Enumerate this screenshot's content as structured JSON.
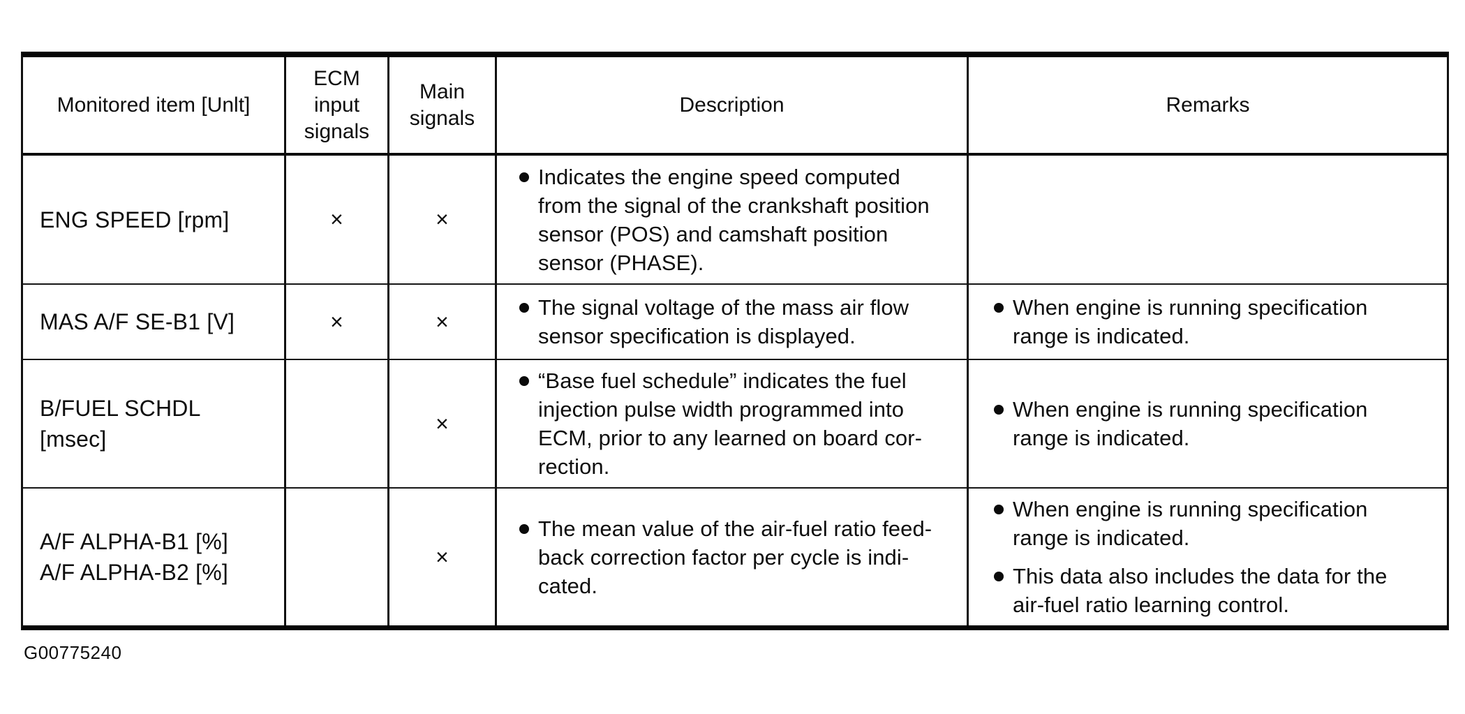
{
  "page": {
    "figure_id": "G00775240"
  },
  "header": {
    "monitored_item": "Monitored item [Unlt]",
    "ecm_lines": [
      "ECM",
      "input",
      "signals"
    ],
    "main_lines": [
      "Main",
      "signals"
    ],
    "description": "Description",
    "remarks": "Remarks"
  },
  "rows": [
    {
      "item_lines": [
        "ENG SPEED [rpm]"
      ],
      "ecm_input": "×",
      "main_signal": "×",
      "description_bullets": [
        [
          "Indicates the engine speed computed",
          "from the signal of the crankshaft position",
          "sensor (POS) and camshaft position",
          "sensor (PHASE)."
        ]
      ],
      "remarks_bullets": []
    },
    {
      "item_lines": [
        "MAS A/F SE-B1 [V]"
      ],
      "ecm_input": "×",
      "main_signal": "×",
      "description_bullets": [
        [
          "The signal voltage of the mass air flow",
          "sensor specification is displayed."
        ]
      ],
      "remarks_bullets": [
        [
          "When engine is running specification",
          "range is indicated."
        ]
      ]
    },
    {
      "item_lines": [
        "B/FUEL SCHDL",
        "[msec]"
      ],
      "ecm_input": "",
      "main_signal": "×",
      "description_bullets": [
        [
          "“Base fuel schedule” indicates the fuel",
          "injection pulse width programmed into",
          "ECM, prior to any learned on board cor-",
          "rection."
        ]
      ],
      "remarks_bullets": [
        [
          "When engine is running specification",
          "range is indicated."
        ]
      ]
    },
    {
      "item_lines": [
        "A/F ALPHA-B1 [%]",
        "A/F ALPHA-B2 [%]"
      ],
      "ecm_input": "",
      "main_signal": "×",
      "description_bullets": [
        [
          "The mean value of the air-fuel ratio feed-",
          "back correction factor per cycle is indi-",
          "cated."
        ]
      ],
      "remarks_bullets": [
        [
          "When engine is running specification",
          "range is indicated."
        ],
        [
          "This data also includes the data for the",
          "air-fuel ratio learning control."
        ]
      ]
    }
  ]
}
